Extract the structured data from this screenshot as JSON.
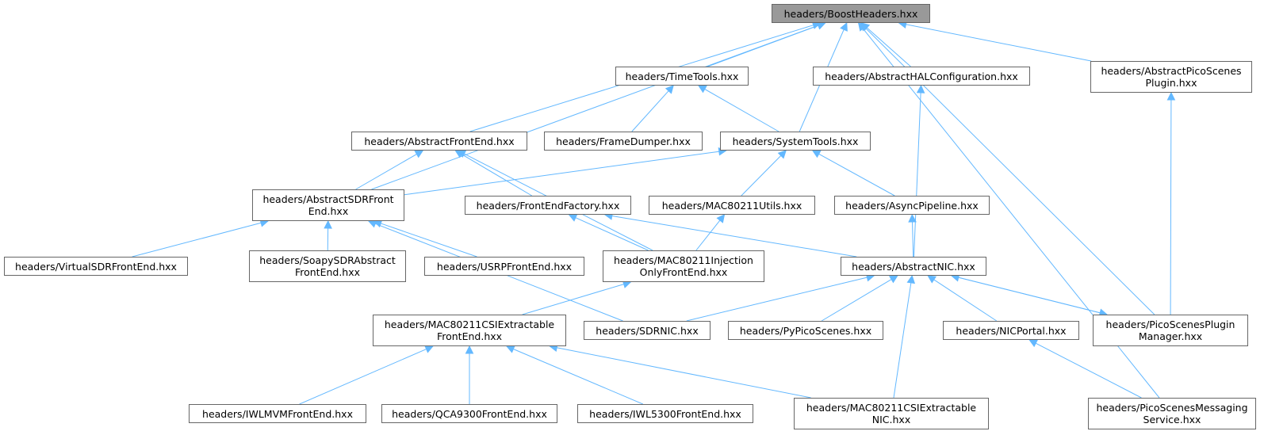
{
  "diagram": {
    "type": "include-dependency-graph",
    "edge_color": "#63b8ff",
    "root": "n_boost",
    "nodes": [
      {
        "id": "n_boost",
        "label": "headers/BoostHeaders.hxx",
        "highlight": true
      },
      {
        "id": "n_time",
        "label": "headers/TimeTools.hxx"
      },
      {
        "id": "n_halconf",
        "label": "headers/AbstractHALConfiguration.hxx"
      },
      {
        "id": "n_plugin",
        "label": "headers/AbstractPicoScenes\nPlugin.hxx"
      },
      {
        "id": "n_afe",
        "label": "headers/AbstractFrontEnd.hxx"
      },
      {
        "id": "n_dumper",
        "label": "headers/FrameDumper.hxx"
      },
      {
        "id": "n_sys",
        "label": "headers/SystemTools.hxx"
      },
      {
        "id": "n_asdr",
        "label": "headers/AbstractSDRFront\nEnd.hxx"
      },
      {
        "id": "n_fef",
        "label": "headers/FrontEndFactory.hxx"
      },
      {
        "id": "n_macutil",
        "label": "headers/MAC80211Utils.hxx"
      },
      {
        "id": "n_async",
        "label": "headers/AsyncPipeline.hxx"
      },
      {
        "id": "n_vsdr",
        "label": "headers/VirtualSDRFrontEnd.hxx"
      },
      {
        "id": "n_soapy",
        "label": "headers/SoapySDRAbstract\nFrontEnd.hxx"
      },
      {
        "id": "n_usrp",
        "label": "headers/USRPFrontEnd.hxx"
      },
      {
        "id": "n_inj",
        "label": "headers/MAC80211Injection\nOnlyFrontEnd.hxx"
      },
      {
        "id": "n_anic",
        "label": "headers/AbstractNIC.hxx"
      },
      {
        "id": "n_csife",
        "label": "headers/MAC80211CSIExtractable\nFrontEnd.hxx"
      },
      {
        "id": "n_sdrnic",
        "label": "headers/SDRNIC.hxx"
      },
      {
        "id": "n_py",
        "label": "headers/PyPicoScenes.hxx"
      },
      {
        "id": "n_portal",
        "label": "headers/NICPortal.hxx"
      },
      {
        "id": "n_pmgr",
        "label": "headers/PicoScenesPlugin\nManager.hxx"
      },
      {
        "id": "n_iwlmvm",
        "label": "headers/IWLMVMFrontEnd.hxx"
      },
      {
        "id": "n_qca",
        "label": "headers/QCA9300FrontEnd.hxx"
      },
      {
        "id": "n_iwl5300",
        "label": "headers/IWL5300FrontEnd.hxx"
      },
      {
        "id": "n_csinic",
        "label": "headers/MAC80211CSIExtractable\nNIC.hxx"
      },
      {
        "id": "n_msg",
        "label": "headers/PicoScenesMessaging\nService.hxx"
      }
    ],
    "edges": [
      {
        "from": "n_boost",
        "to": "n_time"
      },
      {
        "from": "n_boost",
        "to": "n_halconf"
      },
      {
        "from": "n_boost",
        "to": "n_plugin"
      },
      {
        "from": "n_boost",
        "to": "n_afe"
      },
      {
        "from": "n_boost",
        "to": "n_sys"
      },
      {
        "from": "n_boost",
        "to": "n_asdr"
      },
      {
        "from": "n_boost",
        "to": "n_pmgr"
      },
      {
        "from": "n_boost",
        "to": "n_msg"
      },
      {
        "from": "n_time",
        "to": "n_dumper"
      },
      {
        "from": "n_time",
        "to": "n_sys"
      },
      {
        "from": "n_halconf",
        "to": "n_anic"
      },
      {
        "from": "n_plugin",
        "to": "n_pmgr"
      },
      {
        "from": "n_afe",
        "to": "n_asdr"
      },
      {
        "from": "n_afe",
        "to": "n_fef"
      },
      {
        "from": "n_afe",
        "to": "n_inj"
      },
      {
        "from": "n_sys",
        "to": "n_asdr"
      },
      {
        "from": "n_sys",
        "to": "n_macutil"
      },
      {
        "from": "n_sys",
        "to": "n_async"
      },
      {
        "from": "n_asdr",
        "to": "n_vsdr"
      },
      {
        "from": "n_asdr",
        "to": "n_soapy"
      },
      {
        "from": "n_asdr",
        "to": "n_usrp"
      },
      {
        "from": "n_asdr",
        "to": "n_sdrnic"
      },
      {
        "from": "n_fef",
        "to": "n_inj"
      },
      {
        "from": "n_fef",
        "to": "n_anic"
      },
      {
        "from": "n_macutil",
        "to": "n_inj"
      },
      {
        "from": "n_async",
        "to": "n_anic"
      },
      {
        "from": "n_inj",
        "to": "n_csife"
      },
      {
        "from": "n_anic",
        "to": "n_sdrnic"
      },
      {
        "from": "n_anic",
        "to": "n_py"
      },
      {
        "from": "n_anic",
        "to": "n_portal"
      },
      {
        "from": "n_anic",
        "to": "n_pmgr"
      },
      {
        "from": "n_anic",
        "to": "n_csinic"
      },
      {
        "from": "n_pmgr",
        "to": "n_anic"
      },
      {
        "from": "n_csife",
        "to": "n_iwlmvm"
      },
      {
        "from": "n_csife",
        "to": "n_qca"
      },
      {
        "from": "n_csife",
        "to": "n_iwl5300"
      },
      {
        "from": "n_csife",
        "to": "n_csinic"
      },
      {
        "from": "n_portal",
        "to": "n_msg"
      }
    ]
  }
}
